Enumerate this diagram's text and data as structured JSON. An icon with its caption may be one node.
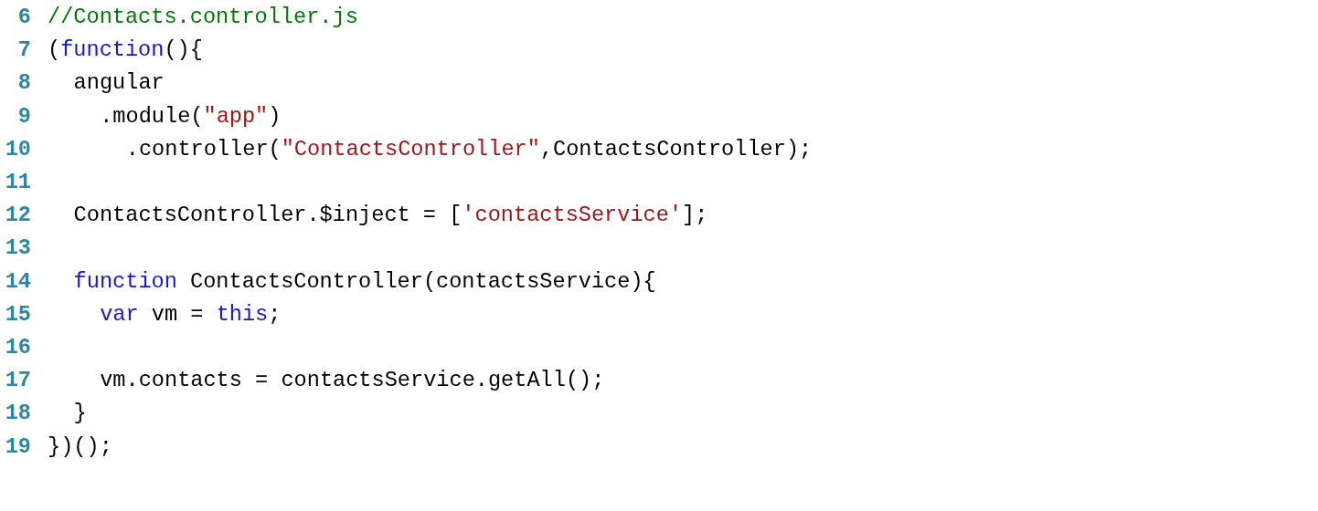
{
  "diagram": {
    "labels": [
      "6",
      "//Contacts.controller.js",
      "7",
      "(function(){",
      "8",
      "angular",
      "9",
      ".module(\"app\")",
      "10",
      ".controller(\"ContactsController\",ContactsController);",
      "11",
      "12",
      "ContactsController.$inject = ['contactsService'];",
      "13",
      "14",
      "function ContactsController(contactsService){",
      "15",
      "var vm = this;",
      "16",
      "17",
      "vm.contacts = contactsService.getAll();",
      "18",
      "}",
      "19",
      "})();"
    ]
  }
}
